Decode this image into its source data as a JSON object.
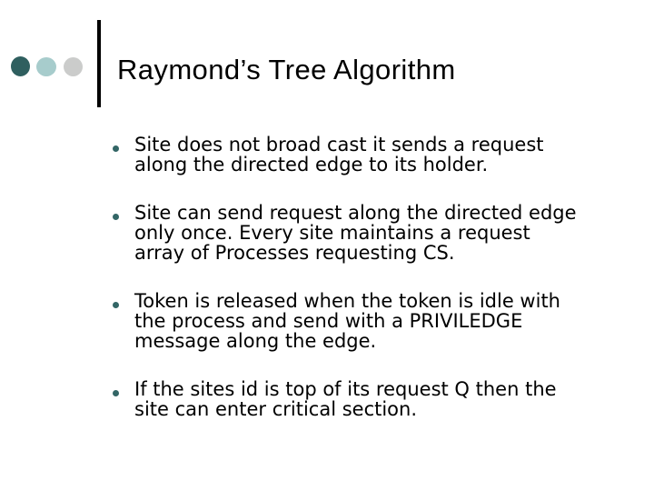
{
  "slide": {
    "title": "Raymond’s Tree Algorithm",
    "bullets": [
      {
        "text": "Site does not broad cast it sends a request\nalong the directed edge to its holder."
      },
      {
        "text": "Site can send request along the directed edge\nonly once. Every site maintains a request\narray of Processes requesting CS."
      },
      {
        "text": "Token is released when the token is idle with\nthe process and send with a PRIVILEDGE\nmessage along the edge."
      },
      {
        "text": "If the sites id is top of its request Q then the\nsite can enter critical section."
      }
    ],
    "decoration": {
      "dots": [
        "dark-teal-dot",
        "light-teal-dot",
        "gray-dot"
      ],
      "colors": {
        "dark_teal": "#2f5f5f",
        "light_teal": "#a7cccc",
        "gray": "#cbcccb",
        "bullet_marker": "#336666",
        "divider": "#000000",
        "background": "#ffffff",
        "text": "#000000"
      }
    }
  }
}
